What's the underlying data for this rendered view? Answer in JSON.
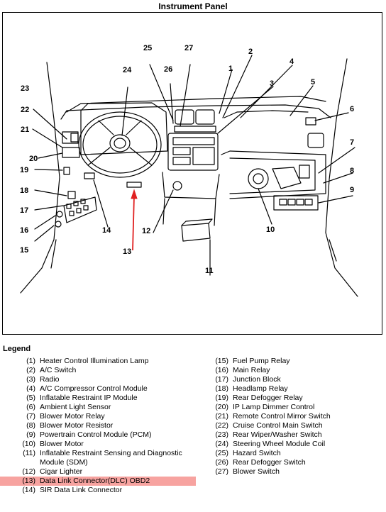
{
  "title": "Instrument Panel",
  "legend_heading": "Legend",
  "callouts": [
    "1",
    "2",
    "3",
    "4",
    "5",
    "6",
    "7",
    "8",
    "9",
    "10",
    "11",
    "12",
    "13",
    "14",
    "15",
    "16",
    "17",
    "18",
    "19",
    "20",
    "21",
    "22",
    "23",
    "24",
    "25",
    "26",
    "27"
  ],
  "legend_left": [
    {
      "num": "(1)",
      "text": "Heater Control Illumination Lamp"
    },
    {
      "num": "(2)",
      "text": "A/C Switch"
    },
    {
      "num": "(3)",
      "text": "Radio"
    },
    {
      "num": "(4)",
      "text": "A/C Compressor Control Module"
    },
    {
      "num": "(5)",
      "text": "Inflatable Restraint IP Module"
    },
    {
      "num": "(6)",
      "text": "Ambient Light Sensor"
    },
    {
      "num": "(7)",
      "text": "Blower Motor Relay"
    },
    {
      "num": "(8)",
      "text": "Blower Motor Resistor"
    },
    {
      "num": "(9)",
      "text": "Powertrain Control Module (PCM)"
    },
    {
      "num": "(10)",
      "text": "Blower Motor"
    },
    {
      "num": "(11)",
      "text": "Inflatable Restraint Sensing and Diagnostic Module (SDM)"
    },
    {
      "num": "(12)",
      "text": "Cigar Lighter"
    },
    {
      "num": "(13)",
      "text": "Data Link Connector(DLC) OBD2"
    },
    {
      "num": "(14)",
      "text": "SIR Data Link Connector"
    }
  ],
  "legend_right": [
    {
      "num": "(15)",
      "text": "Fuel Pump Relay"
    },
    {
      "num": "(16)",
      "text": "Main Relay"
    },
    {
      "num": "(17)",
      "text": "Junction Block"
    },
    {
      "num": "(18)",
      "text": "Headlamp Relay"
    },
    {
      "num": "(19)",
      "text": "Rear Defogger Relay"
    },
    {
      "num": "(20)",
      "text": "IP Lamp Dimmer Control"
    },
    {
      "num": "(21)",
      "text": "Remote Control Mirror Switch"
    },
    {
      "num": "(22)",
      "text": "Cruise Control Main Switch"
    },
    {
      "num": "(23)",
      "text": "Rear Wiper/Washer Switch"
    },
    {
      "num": "(24)",
      "text": "Steering Wheel Module Coil"
    },
    {
      "num": "(25)",
      "text": "Hazard Switch"
    },
    {
      "num": "(26)",
      "text": "Rear Defogger Switch"
    },
    {
      "num": "(27)",
      "text": "Blower Switch"
    }
  ],
  "highlight_color": "#f7a3a0",
  "arrow_color": "#e02020"
}
